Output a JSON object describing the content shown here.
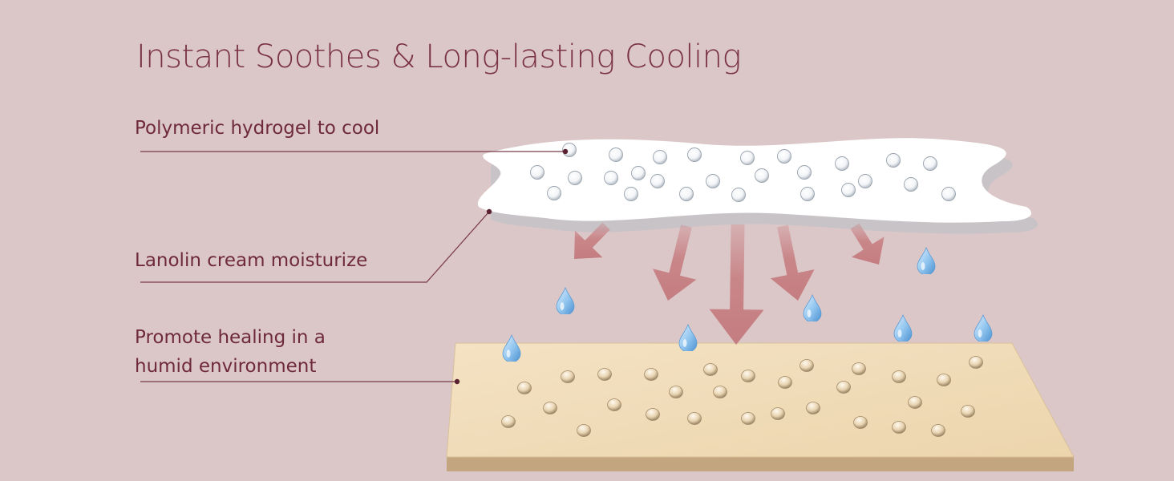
{
  "title": "Instant Soothes & Long-lasting Cooling",
  "labels": {
    "hydrogel": "Polymeric hydrogel to cool",
    "lanolin": "Lanolin cream moisturize",
    "healing_line1": "Promote healing in a",
    "healing_line2": "humid environment"
  },
  "colors": {
    "background": "#dcc7c8",
    "title": "#7a3344",
    "label": "#6e2a3a",
    "leader_line": "#7a3a4a",
    "hydrogel_sheet": "#ffffff",
    "skin_surface": "#f0dcb9",
    "skin_edge": "#c3a67f",
    "arrow": "#c98689",
    "water_drop": "#7fb6e6"
  },
  "icons": {
    "drop": "water-drop-icon",
    "arrow": "down-arrow-icon",
    "bead": "moisture-bead-icon"
  }
}
